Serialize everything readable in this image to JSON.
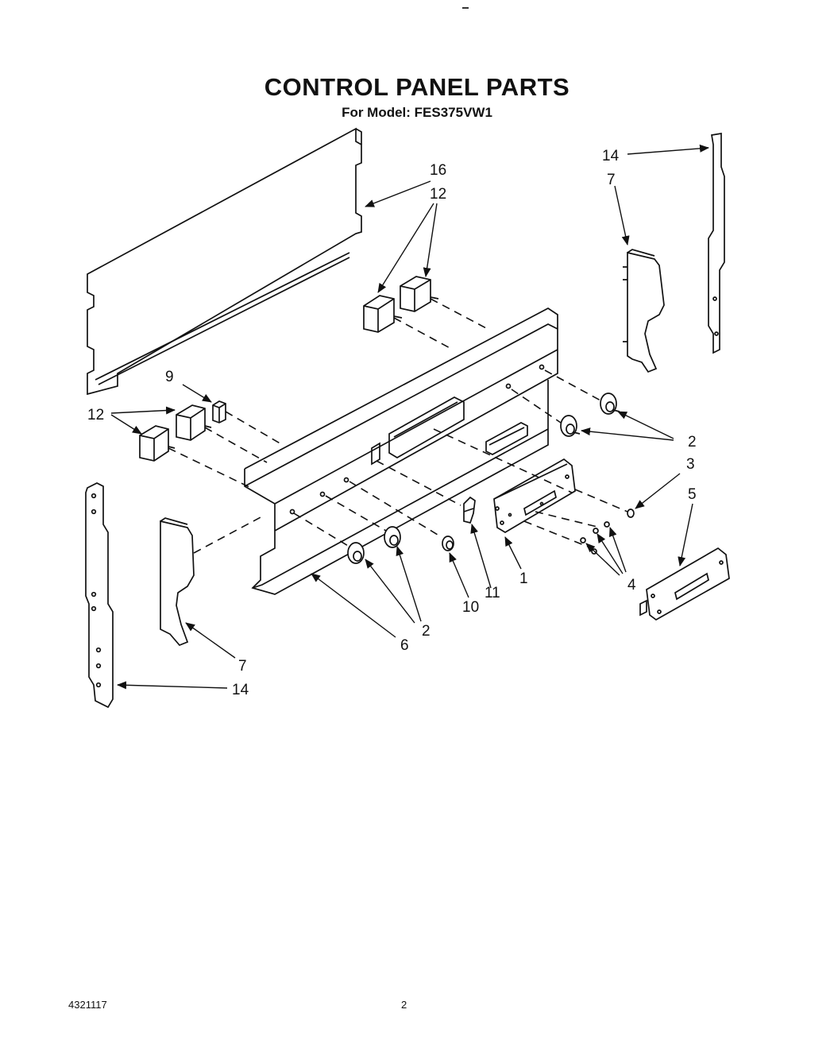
{
  "header": {
    "title": "CONTROL PANEL PARTS",
    "subtitle": "For Model: FES375VW1"
  },
  "footer": {
    "doc_number": "4321117",
    "page_number": "2"
  },
  "callouts": [
    {
      "id": "c16",
      "label": "16"
    },
    {
      "id": "c12a",
      "label": "12"
    },
    {
      "id": "c14a",
      "label": "14"
    },
    {
      "id": "c7a",
      "label": "7"
    },
    {
      "id": "c9",
      "label": "9"
    },
    {
      "id": "c12b",
      "label": "12"
    },
    {
      "id": "c2a",
      "label": "2"
    },
    {
      "id": "c3",
      "label": "3"
    },
    {
      "id": "c5",
      "label": "5"
    },
    {
      "id": "c1",
      "label": "1"
    },
    {
      "id": "c4",
      "label": "4"
    },
    {
      "id": "c11",
      "label": "11"
    },
    {
      "id": "c10",
      "label": "10"
    },
    {
      "id": "c2b",
      "label": "2"
    },
    {
      "id": "c6",
      "label": "6"
    },
    {
      "id": "c7b",
      "label": "7"
    },
    {
      "id": "c14b",
      "label": "14"
    }
  ]
}
